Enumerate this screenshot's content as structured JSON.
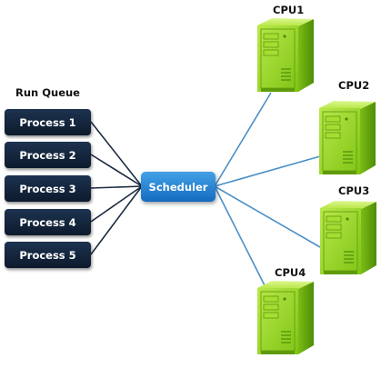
{
  "diagram": {
    "queue_title": "Run Queue",
    "processes": [
      {
        "label": "Process 1"
      },
      {
        "label": "Process 2"
      },
      {
        "label": "Process 3"
      },
      {
        "label": "Process 4"
      },
      {
        "label": "Process 5"
      }
    ],
    "scheduler_label": "Scheduler",
    "cpus": [
      {
        "label": "CPU1",
        "icon": "server-tower-icon"
      },
      {
        "label": "CPU2",
        "icon": "server-tower-icon"
      },
      {
        "label": "CPU3",
        "icon": "server-tower-icon"
      },
      {
        "label": "CPU4",
        "icon": "server-tower-icon"
      }
    ],
    "colors": {
      "process_fill": "#12233a",
      "scheduler_fill": "#2a86d6",
      "process_connector": "#1b2a40",
      "cpu_connector": "#4a90c8",
      "cpu_green": "#8bd11a"
    }
  }
}
